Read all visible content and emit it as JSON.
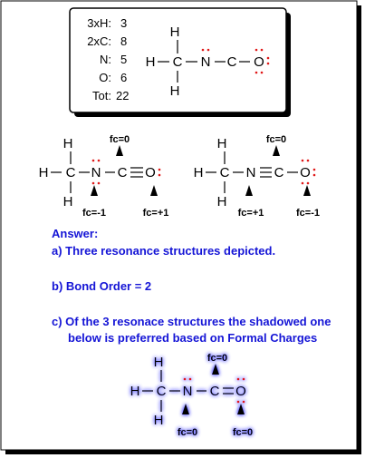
{
  "electron_count": {
    "rows": [
      {
        "label": "3xH:",
        "value": "3"
      },
      {
        "label": "2xC:",
        "value": "8"
      },
      {
        "label": "N:",
        "value": "5"
      },
      {
        "label": "O:",
        "value": "6"
      },
      {
        "label": "Tot:",
        "value": "22"
      }
    ]
  },
  "atoms": {
    "H": "H",
    "C": "C",
    "N": "N",
    "O": "O"
  },
  "formal_charges": {
    "zero": "fc=0",
    "minus_one": "fc=-1",
    "plus_one": "fc=+1"
  },
  "answer": {
    "heading": "Answer:",
    "a": "a) Three resonance structures depicted.",
    "b": "b) Bond Order = 2",
    "c_line1": "c) Of the 3 resonace structures the shadowed one",
    "c_line2": "below is preferred based on Formal Charges"
  },
  "colors": {
    "answer_text": "#1515d6",
    "lone_pair_dots": "#e01818",
    "shadow_glow": "#3a3aff",
    "frame_shadow": "#000000"
  }
}
